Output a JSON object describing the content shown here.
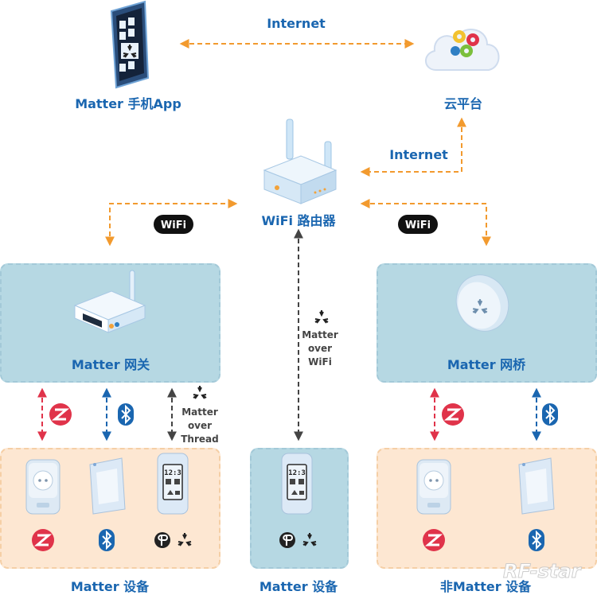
{
  "colors": {
    "internet_arrow": "#f29a2e",
    "zigbee_arrow": "#e0334a",
    "bluetooth_arrow": "#1a66b0",
    "matter_arrow": "#444444",
    "label_blue": "#1a66b0",
    "panel_blue": "#b6d8e3",
    "panel_orange": "#fde7d2"
  },
  "top": {
    "phone_label": "Matter 手机App",
    "cloud_label": "云平台",
    "internet_top": "Internet",
    "internet_right": "Internet"
  },
  "router": {
    "label": "WiFi 路由器",
    "wifi_badge_left": "WiFi",
    "wifi_badge_right": "WiFi"
  },
  "gateway": {
    "label": "Matter 网关"
  },
  "bridge": {
    "label": "Matter 网桥"
  },
  "matter_over_wifi": [
    "Matter",
    "over",
    "WiFi"
  ],
  "matter_over_thread": [
    "Matter",
    "over",
    "Thread"
  ],
  "bottom": {
    "left_label": "Matter 设备",
    "middle_label": "Matter 设备",
    "right_label": "非Matter 设备"
  },
  "watermark": "RF-star",
  "icons": {
    "phone": "smartphone-icon",
    "cloud": "cloud-gears-icon",
    "router": "wifi-router-icon",
    "gateway": "gateway-icon",
    "bridge": "bridge-icon",
    "zigbee": "zigbee-icon",
    "bluetooth": "bluetooth-icon",
    "matter": "matter-icon",
    "thread": "thread-icon",
    "plug": "smart-plug-icon",
    "switch": "wall-switch-icon",
    "display": "display-device-icon"
  }
}
